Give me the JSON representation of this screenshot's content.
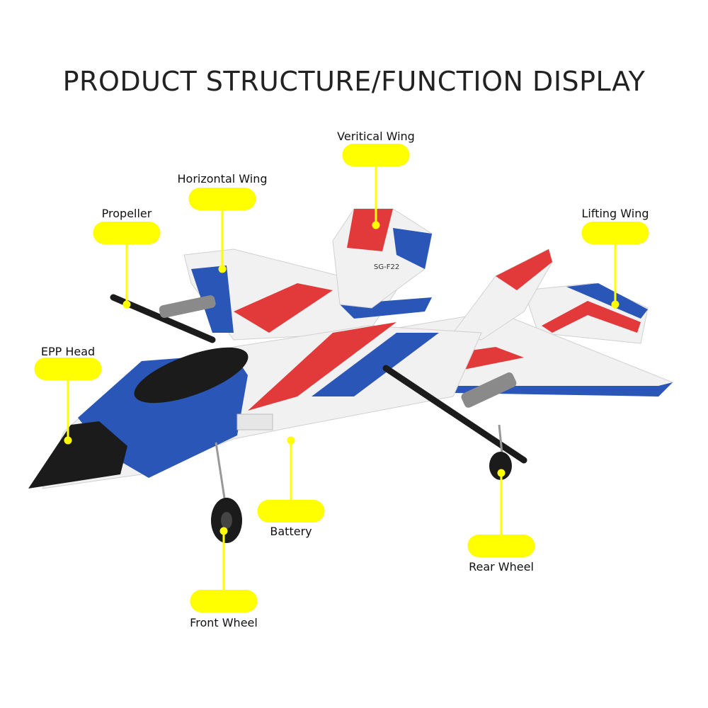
{
  "title": "PRODUCT STRUCTURE/FUNCTION DISPLAY",
  "colors": {
    "callout": "#ffff00",
    "fuselage_white": "#f1f1f1",
    "blue": "#2a56b8",
    "red": "#e23a3a",
    "black": "#1b1b1b",
    "gray": "#8a8a8a"
  },
  "plane": {
    "tail_text": "SG-F22"
  },
  "callouts": [
    {
      "id": "veritical-wing",
      "label": "Veritical Wing"
    },
    {
      "id": "horizontal-wing",
      "label": "Horizontal Wing"
    },
    {
      "id": "propeller",
      "label": "Propeller"
    },
    {
      "id": "lifting-wing",
      "label": "Lifting Wing"
    },
    {
      "id": "epp-head",
      "label": "EPP Head"
    },
    {
      "id": "battery",
      "label": "Battery"
    },
    {
      "id": "rear-wheel",
      "label": "Rear Wheel"
    },
    {
      "id": "front-wheel",
      "label": "Front Wheel"
    }
  ]
}
